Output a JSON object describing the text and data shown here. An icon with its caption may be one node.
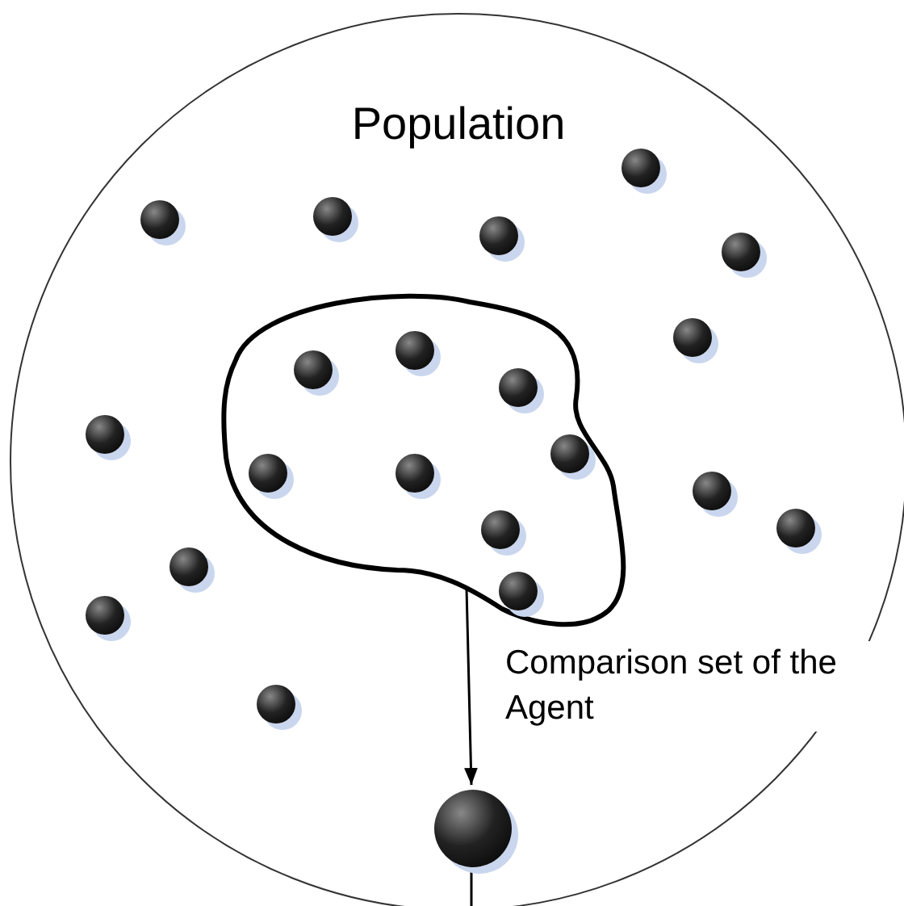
{
  "diagram": {
    "nodes": [
      {
        "text": [
          "Population"
        ]
      },
      {
        "text": [],
        "shape": "circle",
        "in": 0
      },
      {
        "text": [],
        "shape": "circle",
        "in": 0
      },
      {
        "text": [],
        "shape": "circle",
        "in": 0
      },
      {
        "text": [],
        "shape": "circle",
        "in": 0
      },
      {
        "text": [],
        "shape": "circle",
        "in": 0
      },
      {
        "text": [],
        "shape": "circle",
        "in": 0
      },
      {
        "text": [],
        "shape": "circle",
        "in": 0
      },
      {
        "text": [],
        "shape": "circle",
        "in": 0
      },
      {
        "text": [],
        "shape": "circle",
        "in": 0
      },
      {
        "text": [],
        "shape": "circle",
        "in": 0
      },
      {
        "text": [],
        "shape": "circle",
        "in": 0
      },
      {
        "text": [],
        "shape": "circle",
        "in": 0
      },
      {
        "text": [],
        "shape": "cloud",
        "in": 0
      },
      {
        "text": [],
        "shape": "circle",
        "in": 13
      },
      {
        "text": [],
        "shape": "circle",
        "in": 13
      },
      {
        "text": [],
        "shape": "circle",
        "in": 13
      },
      {
        "text": [],
        "shape": "circle",
        "in": 13
      },
      {
        "text": [],
        "shape": "circle",
        "in": 13
      },
      {
        "text": [],
        "shape": "circle",
        "in": 13
      },
      {
        "text": [],
        "shape": "circle",
        "in": 13
      },
      {
        "text": [],
        "shape": "circle",
        "in": 13
      },
      {
        "text": [],
        "shape": "circle",
        "in": 0
      }
    ],
    "edges": [
      {
        "from": 13,
        "to": 22,
        "arrow": "to",
        "label": "Comparison set of the Agent"
      },
      {
        "from": 22,
        "to": null,
        "arrow": "none"
      }
    ]
  }
}
